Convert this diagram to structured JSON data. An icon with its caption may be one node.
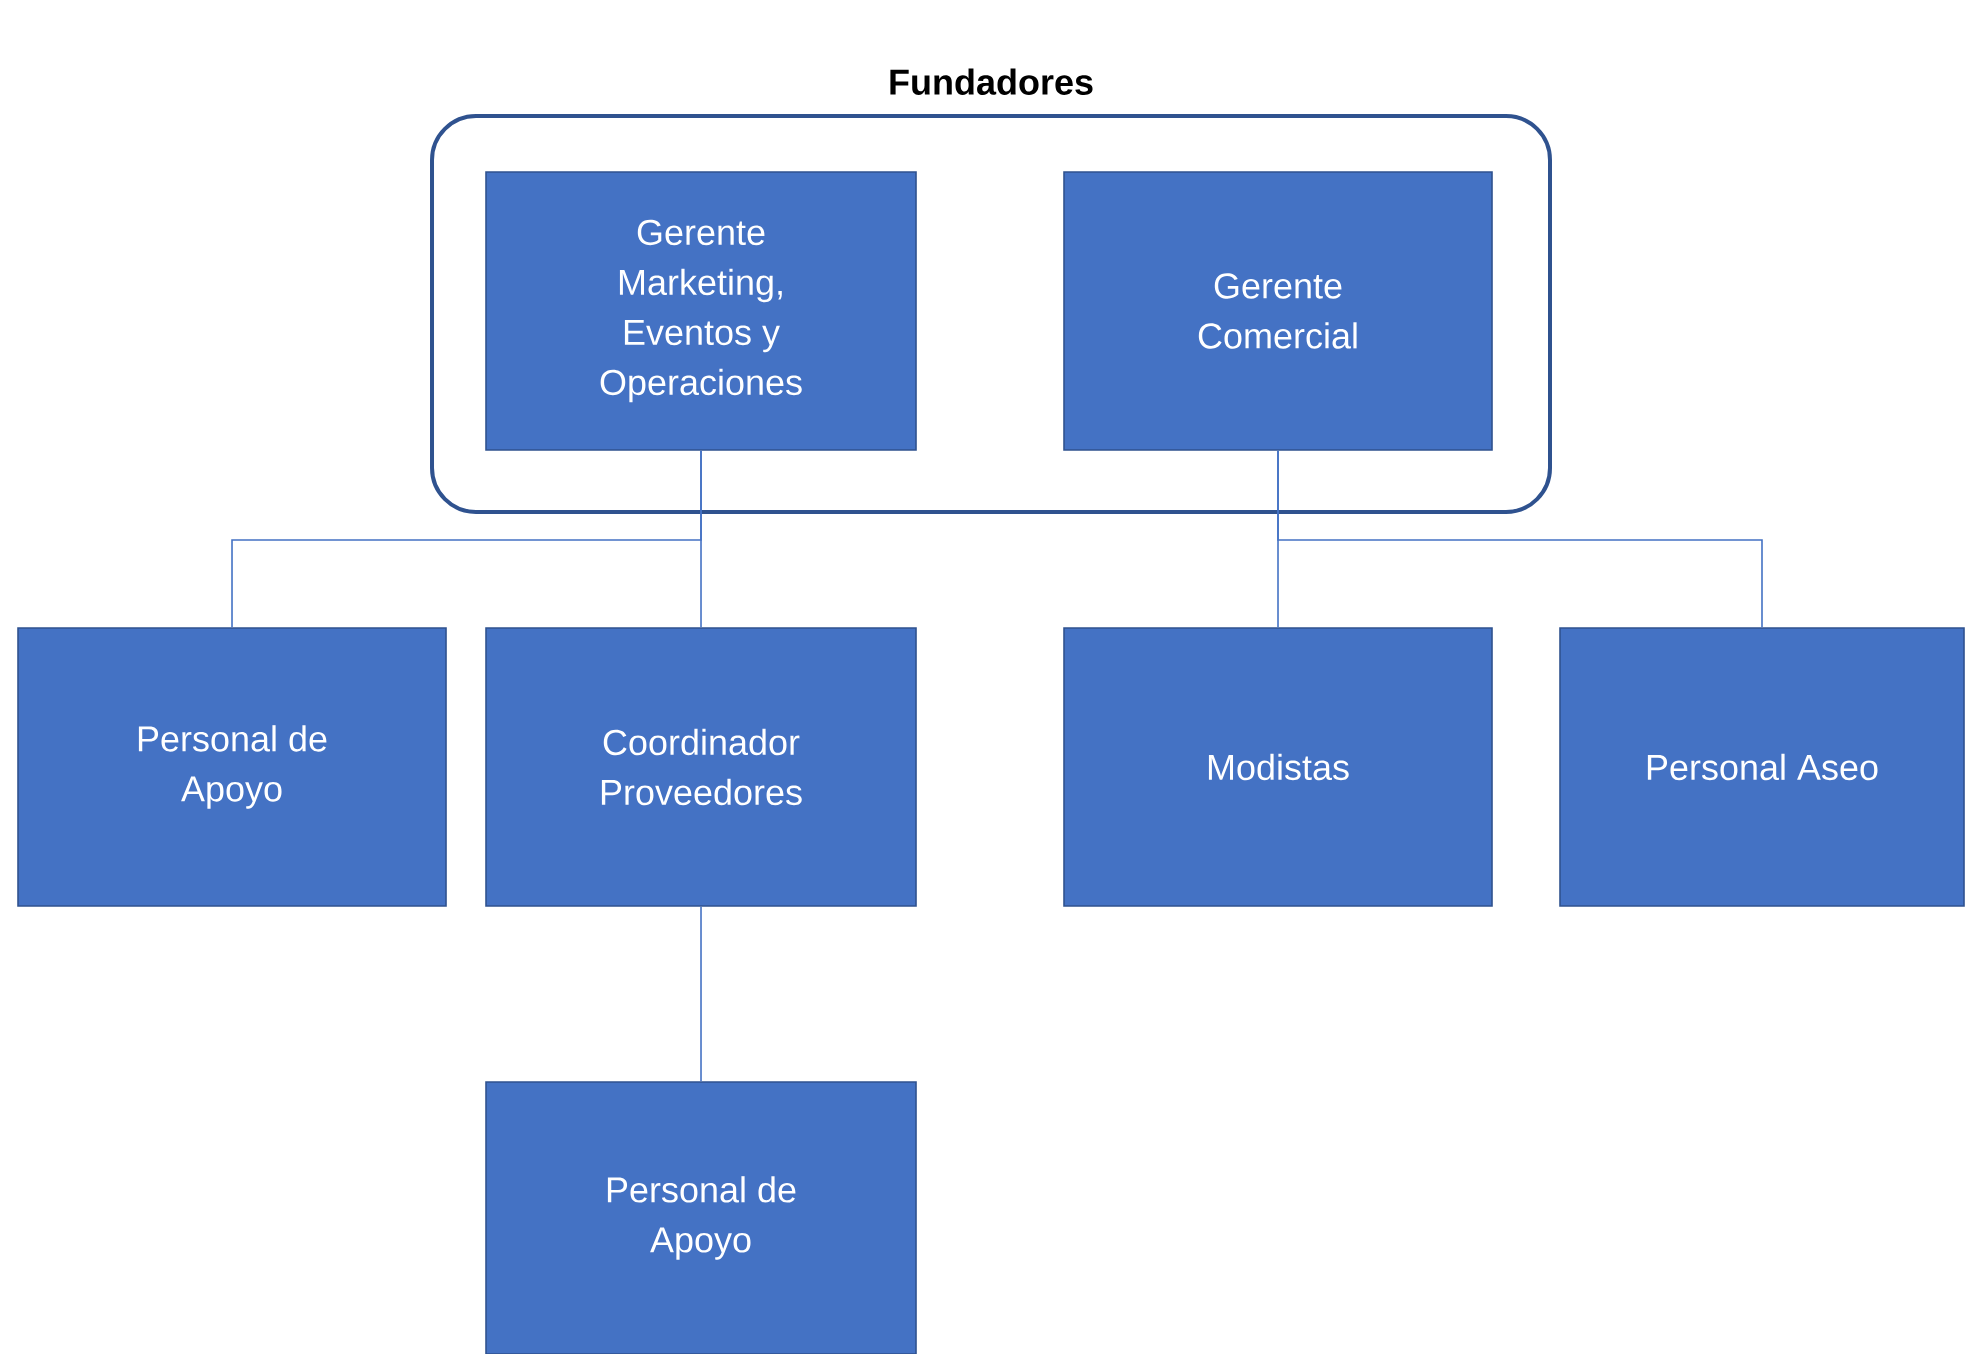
{
  "diagram": {
    "nodes": [
      {
        "text": [
          "Fundadores"
        ]
      },
      {
        "text": [
          "Gerente Marketing, Eventos y Operaciones"
        ],
        "in": 0
      },
      {
        "text": [
          "Gerente Comercial"
        ],
        "in": 0
      },
      {
        "text": [
          "Personal de Apoyo"
        ]
      },
      {
        "text": [
          "Coordinador Proveedores"
        ]
      },
      {
        "text": [
          "Modistas"
        ]
      },
      {
        "text": [
          "Personal Aseo"
        ]
      },
      {
        "text": [
          "Personal de Apoyo"
        ]
      }
    ],
    "edges": [
      {
        "from": 1,
        "to": 3,
        "arrow": "none"
      },
      {
        "from": 1,
        "to": 4,
        "arrow": "none"
      },
      {
        "from": 2,
        "to": 5,
        "arrow": "none"
      },
      {
        "from": 2,
        "to": 6,
        "arrow": "none"
      },
      {
        "from": 4,
        "to": 7,
        "arrow": "none"
      }
    ]
  }
}
